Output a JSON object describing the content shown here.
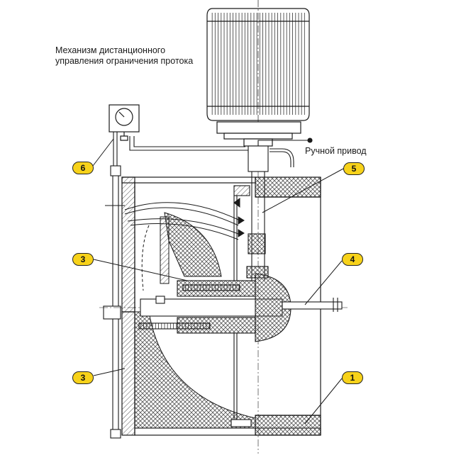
{
  "annotations": {
    "mechanism_line1": "Механизм дистанционного",
    "mechanism_line2": "управления ограничения протока",
    "manual_drive": "Ручной привод"
  },
  "callouts": [
    {
      "id": "c6",
      "label": "6"
    },
    {
      "id": "c5",
      "label": "5"
    },
    {
      "id": "c3a",
      "label": "3"
    },
    {
      "id": "c4",
      "label": "4"
    },
    {
      "id": "c3b",
      "label": "3"
    },
    {
      "id": "c1",
      "label": "1"
    }
  ],
  "colors": {
    "badge_fill": "#f7d21a",
    "line": "#1a1a1a",
    "hatch": "#6b6b6b"
  },
  "icons": [
    "gauge-icon",
    "electric-motor-icon",
    "valve-wheel-icon"
  ]
}
